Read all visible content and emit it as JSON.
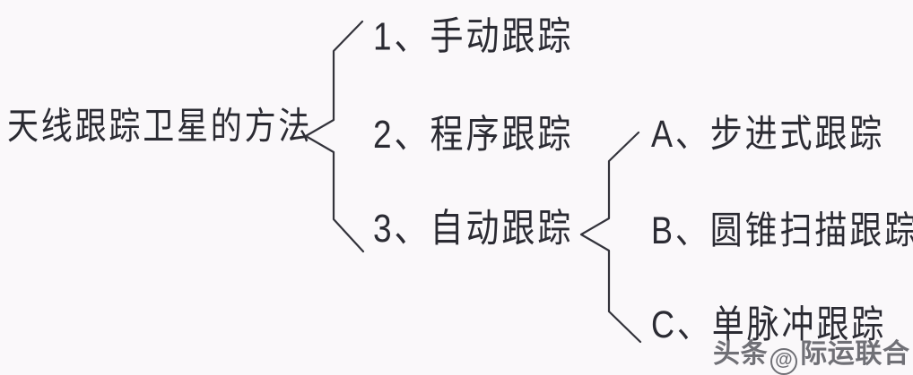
{
  "diagram": {
    "type": "hand-drawn-tree-outline",
    "title": "天线跟踪卫星的方法",
    "background_color": "#faf8fa",
    "ink_color": "#2b2b33",
    "root": {
      "label": "天线跟踪卫星的方法"
    },
    "branches": [
      {
        "id": "1",
        "label": "1、手动跟踪"
      },
      {
        "id": "2",
        "label": "2、程序跟踪"
      },
      {
        "id": "3",
        "label": "3、自动跟踪"
      }
    ],
    "sub_branches": [
      {
        "id": "A",
        "label": "A、步进式跟踪",
        "parent": "3"
      },
      {
        "id": "B",
        "label": "B、圆锥扫描跟踪",
        "parent": "3"
      },
      {
        "id": "C",
        "label": "C、单脉冲跟踪",
        "parent": "3"
      }
    ],
    "braces": [
      {
        "name": "root-brace",
        "parent": "天线跟踪卫星的方法",
        "children": [
          "1、手动跟踪",
          "2、程序跟踪",
          "3、自动跟踪"
        ]
      },
      {
        "name": "auto-tracking-brace",
        "parent": "3、自动跟踪",
        "children": [
          "A、步进式跟踪",
          "B、圆锥扫描跟踪",
          "C、单脉冲跟踪"
        ]
      }
    ]
  },
  "watermark": {
    "prefix": "头条",
    "at_symbol": "@",
    "account": "际运联合"
  }
}
